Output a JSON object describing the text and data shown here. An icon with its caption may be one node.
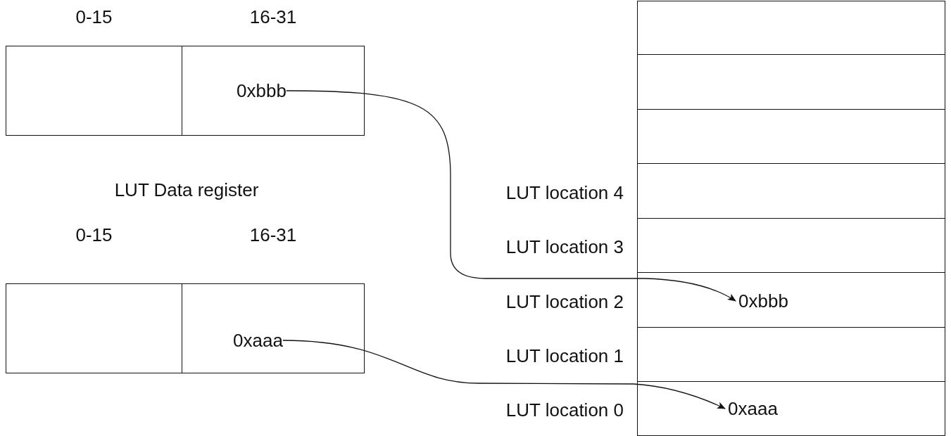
{
  "diagram": {
    "nodes": [
      {
        "text": [],
        "shape": "box",
        "beside": [
          "0-15"
        ]
      },
      {
        "text": [],
        "shape": "box",
        "beside": [
          "16-31"
        ]
      },
      {
        "text": [
          "0xbbb"
        ],
        "in": 1
      },
      {
        "text": [],
        "shape": "box",
        "beside": [
          "0-15"
        ]
      },
      {
        "text": [],
        "shape": "box",
        "beside": [
          "16-31"
        ]
      },
      {
        "text": [
          "0xaaa"
        ],
        "in": 4
      },
      {
        "text": [],
        "shape": "box"
      },
      {
        "text": [],
        "shape": "box"
      },
      {
        "text": [],
        "shape": "box"
      },
      {
        "text": [],
        "shape": "box",
        "beside": [
          "LUT location  4"
        ]
      },
      {
        "text": [],
        "shape": "box",
        "beside": [
          "LUT location 3"
        ]
      },
      {
        "text": [],
        "shape": "box",
        "beside": [
          "LUT location 2"
        ]
      },
      {
        "text": [
          "0xbbb"
        ],
        "in": 11
      },
      {
        "text": [],
        "shape": "box",
        "beside": [
          "LUT location 1"
        ]
      },
      {
        "text": [],
        "shape": "box",
        "beside": [
          "LUT location 0"
        ]
      },
      {
        "text": [
          "0xaaa"
        ],
        "in": 14
      }
    ],
    "edges": [
      {
        "from": 2,
        "to": 12,
        "arrow": "to"
      },
      {
        "from": 5,
        "to": 15,
        "arrow": "to"
      }
    ],
    "labels": [
      "LUT Data register"
    ]
  }
}
